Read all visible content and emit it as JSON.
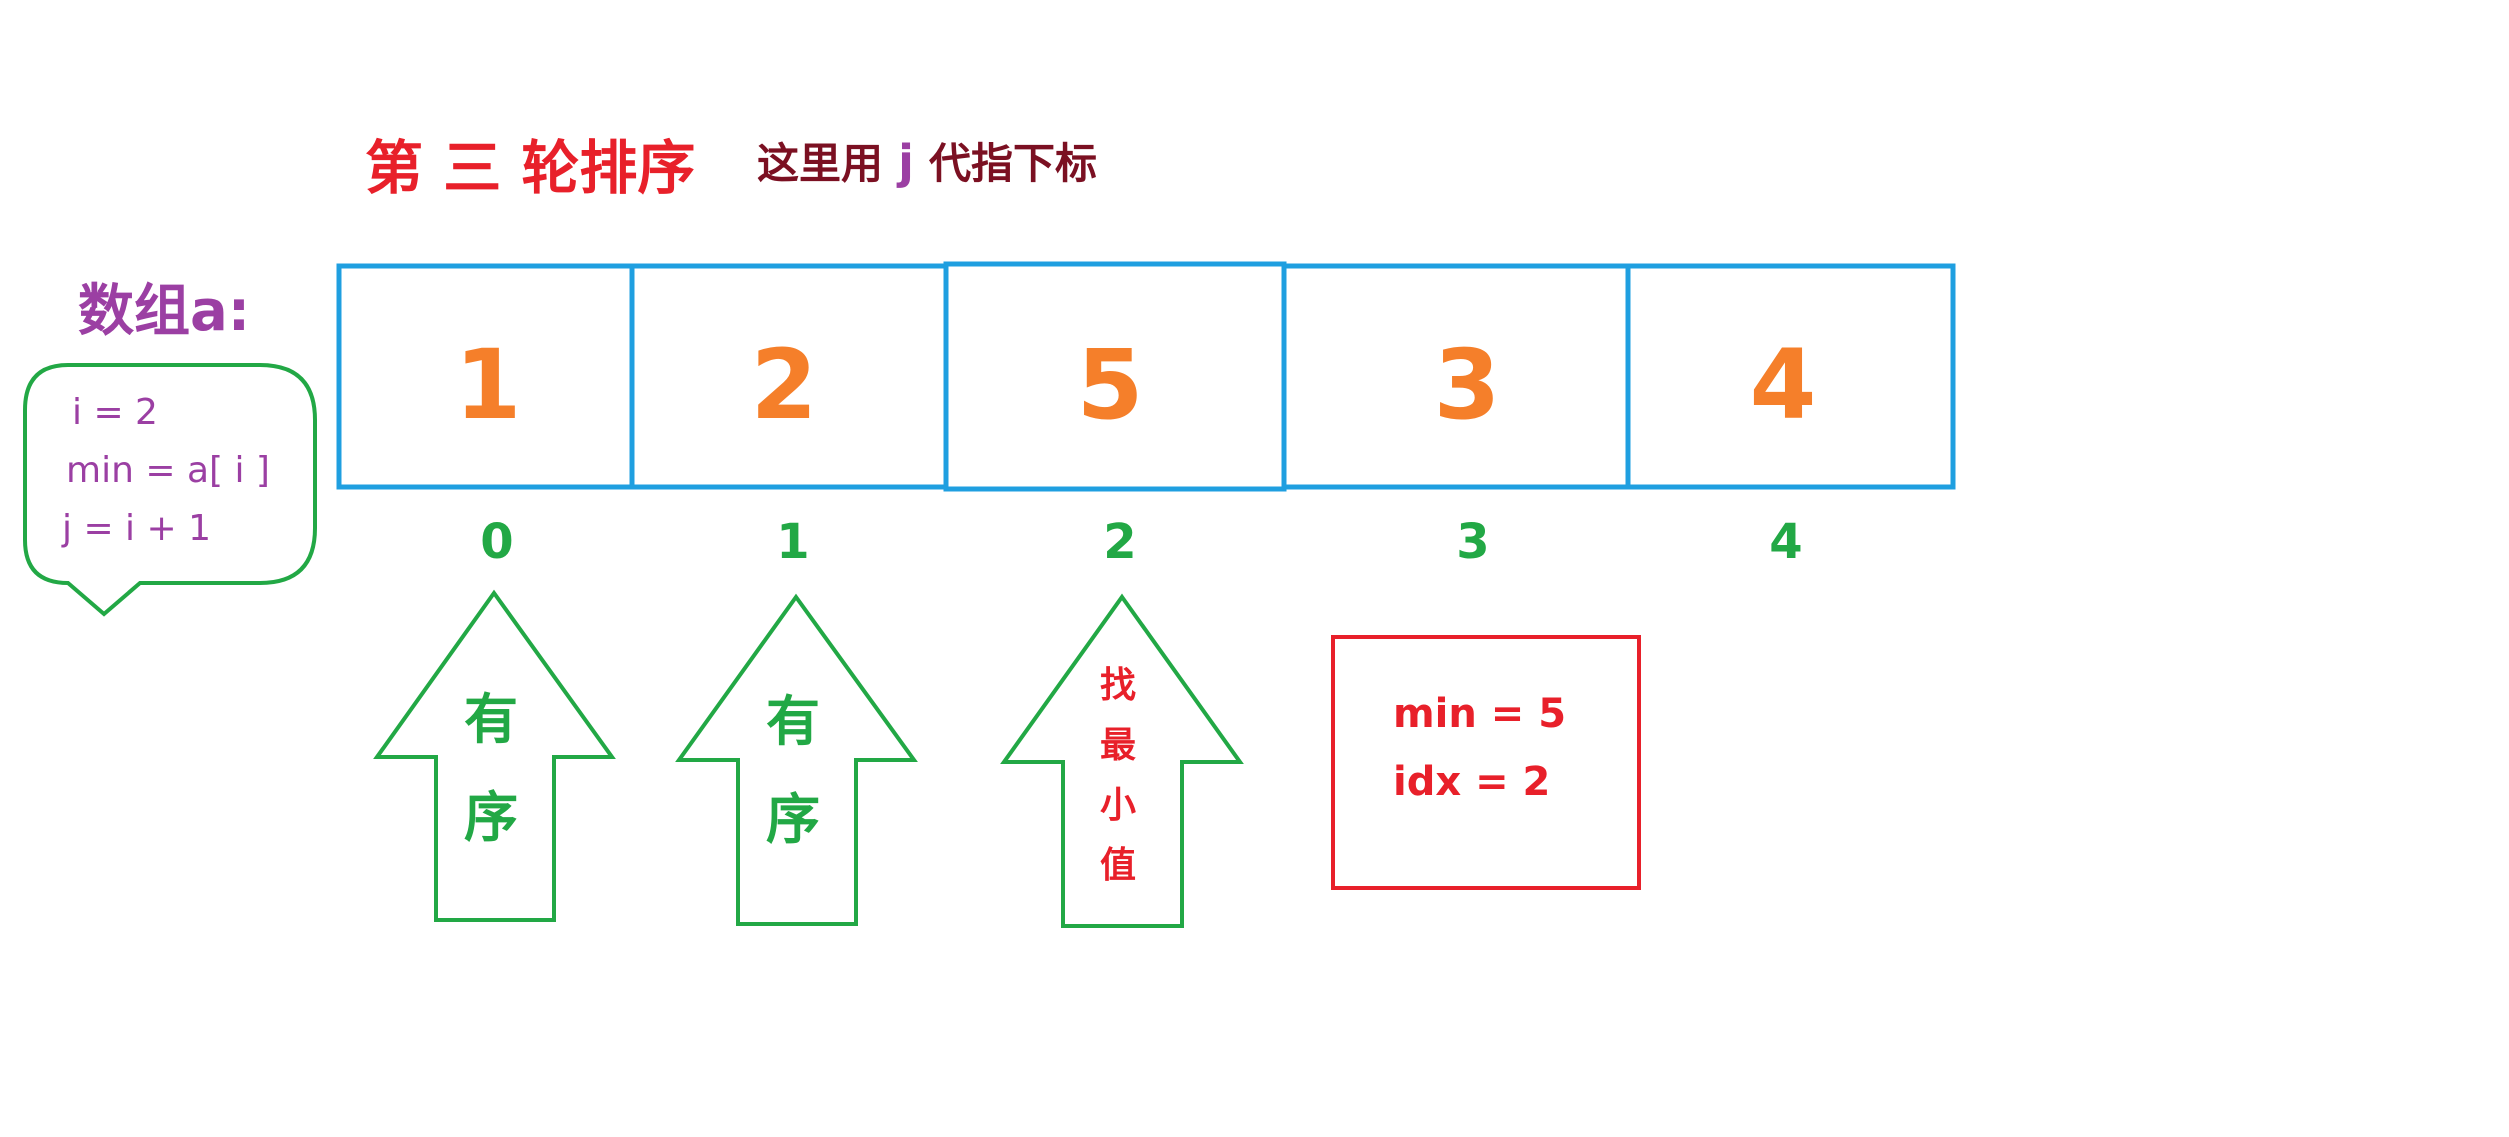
{
  "title": {
    "main": "第 三 轮排序",
    "note_prefix": "这里用",
    "note_var": "j",
    "note_suffix": "代指下标"
  },
  "array_label": "数组a:",
  "bubble": {
    "lines": [
      "i = 2",
      "min = a[ i ]",
      "j = i + 1"
    ]
  },
  "array": {
    "values": [
      "1",
      "2",
      "5",
      "3",
      "4"
    ],
    "indices": [
      "0",
      "1",
      "2",
      "3",
      "4"
    ]
  },
  "arrows": [
    {
      "chars": [
        "有",
        "序"
      ],
      "style": "green"
    },
    {
      "chars": [
        "有",
        "序"
      ],
      "style": "green"
    },
    {
      "chars": [
        "找",
        "最",
        "小",
        "值"
      ],
      "style": "red"
    }
  ],
  "result": {
    "lines": [
      "min = 5",
      "idx = 2"
    ]
  },
  "colors": {
    "title_red": "#e8202a",
    "note_dark_red": "#7b1022",
    "purple": "#9b3fa3",
    "cell_border_blue": "#1f9fe0",
    "value_orange": "#f57f2a",
    "index_green": "#22a845",
    "arrow_green": "#22a845",
    "result_border_red": "#e8202a"
  }
}
